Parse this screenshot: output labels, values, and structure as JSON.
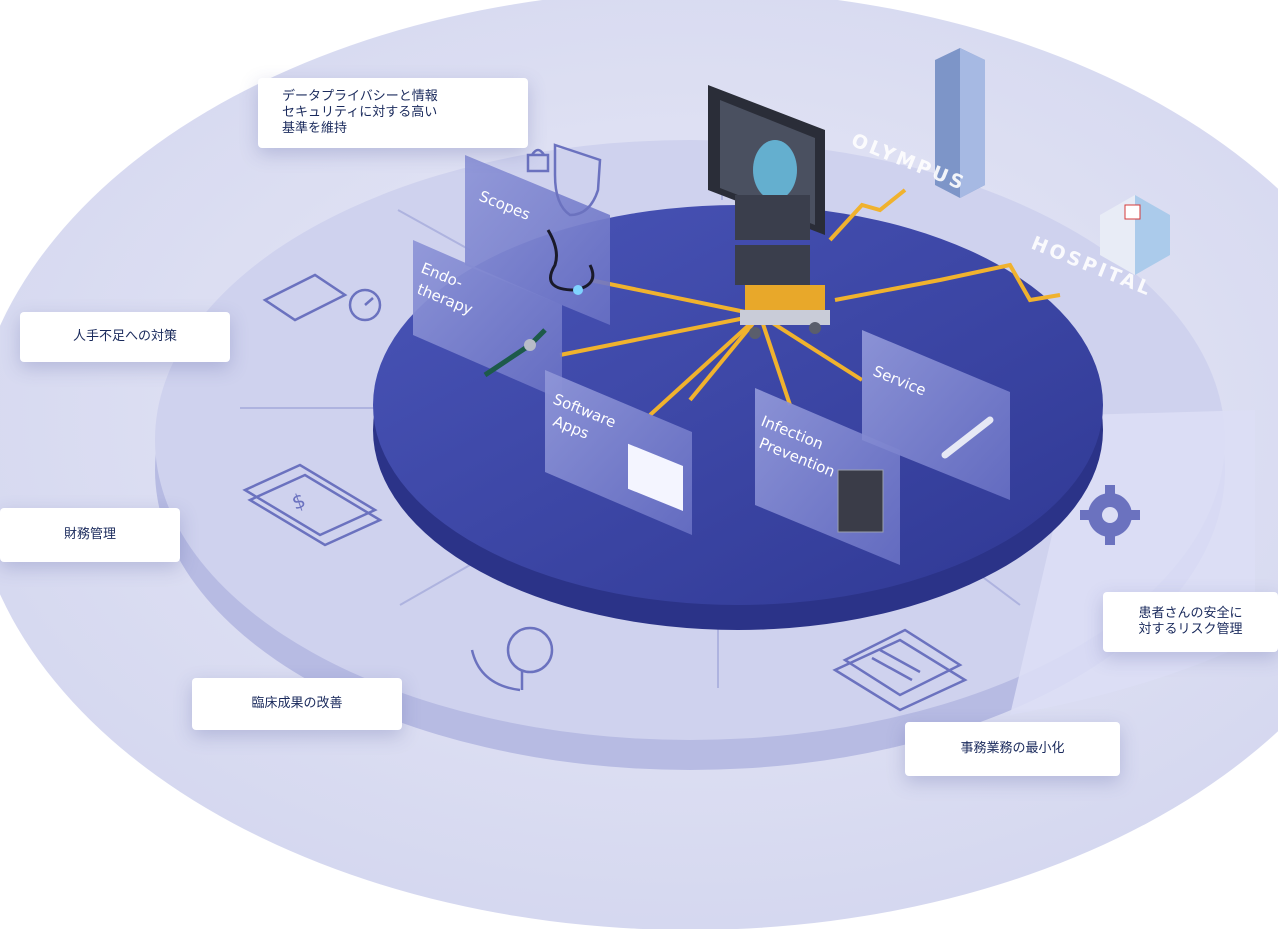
{
  "colors": {
    "outer_disk": "#dfe1f3",
    "middle_ring": "#c4c7ea",
    "inner_platform": "#3d46a5",
    "platform_side": "#2b3388",
    "connector": "#f0b22e",
    "icon_stroke": "#6b72bf",
    "label_text": "#1a2a5c"
  },
  "callouts": {
    "data_privacy": "データプライバシーと情報\nセキュリティに対する高い\n基準を維持",
    "staffing": "人手不足への対策",
    "finance": "財務管理",
    "clinical": "臨床成果の改善",
    "admin": "事務業務の最小化",
    "patient_safety": "患者さんの安全に\n対するリスク管理"
  },
  "panels": {
    "scopes": "Scopes",
    "endotherapy_1": "Endo-",
    "endotherapy_2": "therapy",
    "software_1": "Software",
    "software_2": "Apps",
    "infection_1": "Infection",
    "infection_2": "Prevention",
    "service": "Service"
  },
  "side_labels": {
    "olympus": "OLYMPUS",
    "hospital": "HOSPITAL"
  },
  "ring_icons": [
    "shield-lock-icon",
    "calendar-clock-icon",
    "money-stack-icon",
    "lightbulb-cycle-icon",
    "documents-stack-icon",
    "gear-icon"
  ]
}
